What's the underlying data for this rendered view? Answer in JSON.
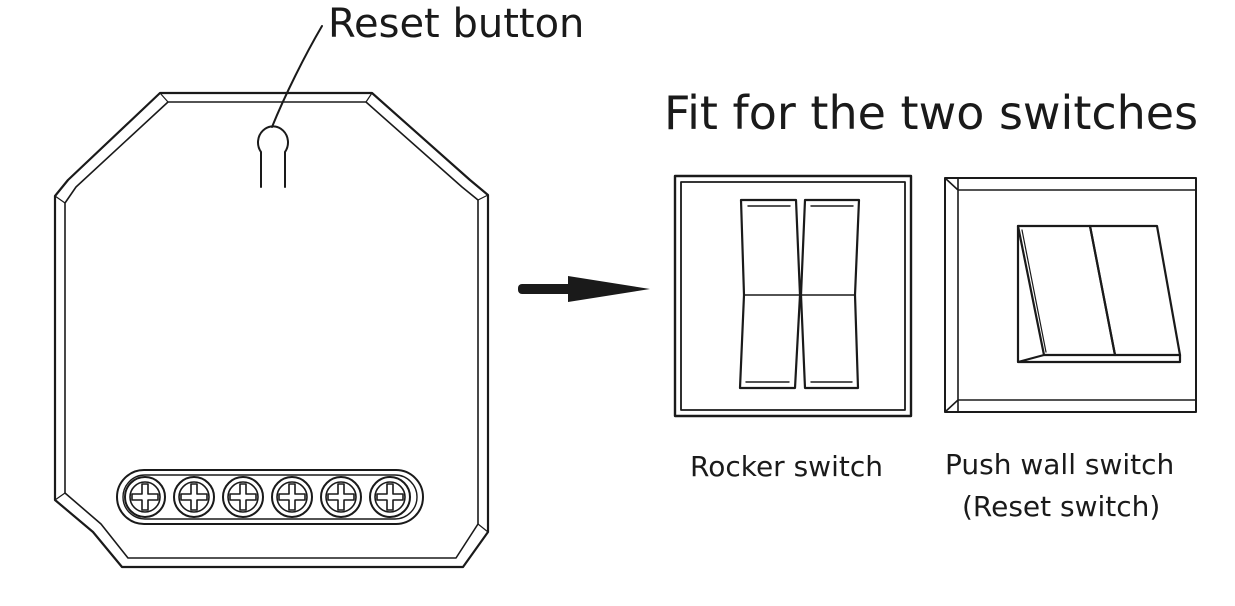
{
  "labels": {
    "reset_button": "Reset button",
    "heading": "Fit for the two switches",
    "rocker_switch": "Rocker switch",
    "push_switch_line1": "Push wall switch",
    "push_switch_line2": "(Reset switch)"
  },
  "module": {
    "terminal_count": 6
  },
  "colors": {
    "ink": "#1a1a1a",
    "background": "#ffffff"
  },
  "icons": [
    "smart-relay-module",
    "reset-button-icon",
    "arrow-right-icon",
    "rocker-switch-icon",
    "push-wall-switch-icon",
    "terminal-screw-icon"
  ]
}
